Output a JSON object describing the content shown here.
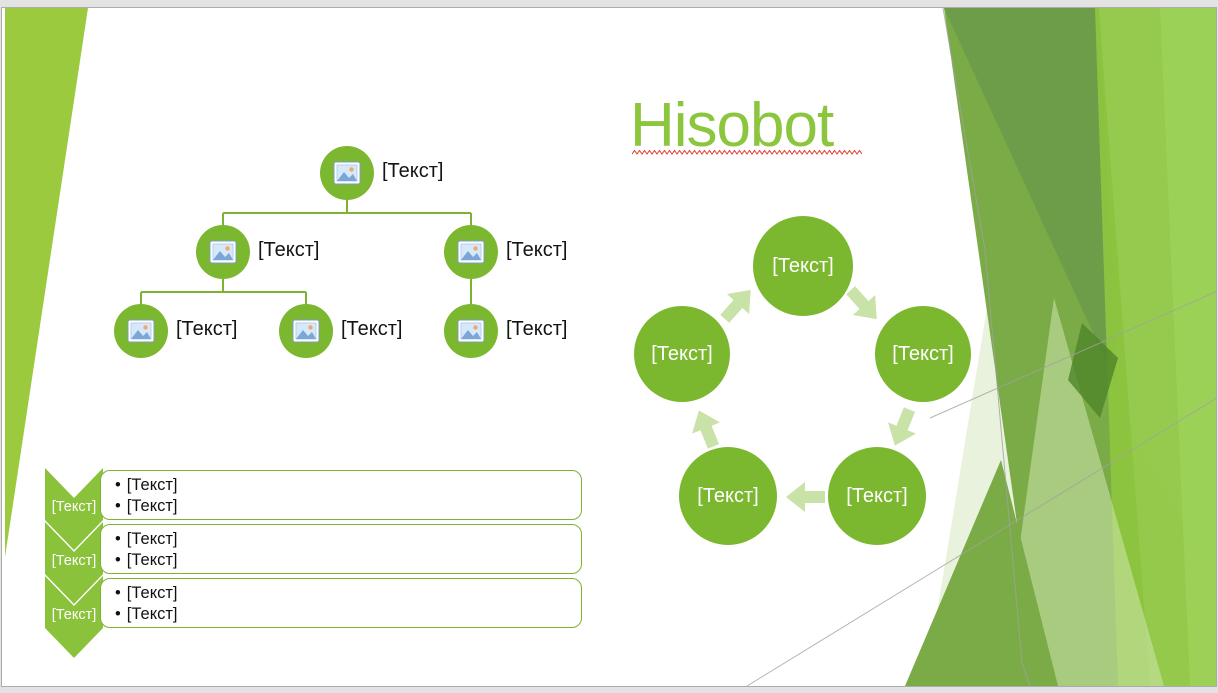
{
  "slide": {
    "title": "Hisobot",
    "accent_colors": {
      "shape_green": "#7cb82f",
      "title_green": "#8cc63f",
      "connector_green": "#7eb234",
      "arrow_light_green": "#c9e2a8",
      "spellcheck_red": "#e03c31"
    }
  },
  "org_chart": {
    "icon": "picture-placeholder-icon",
    "nodes": [
      {
        "id": "root",
        "label": "[Текст]"
      },
      {
        "id": "child-1",
        "label": "[Текст]"
      },
      {
        "id": "child-2",
        "label": "[Текст]"
      },
      {
        "id": "grandchild-1",
        "label": "[Текст]"
      },
      {
        "id": "grandchild-2",
        "label": "[Текст]"
      },
      {
        "id": "grandchild-3",
        "label": "[Текст]"
      }
    ]
  },
  "cycle_diagram": {
    "steps": [
      {
        "label": "[Текст]"
      },
      {
        "label": "[Текст]"
      },
      {
        "label": "[Текст]"
      },
      {
        "label": "[Текст]"
      },
      {
        "label": "[Текст]"
      }
    ]
  },
  "chevron_list": {
    "bullet_char": "•",
    "items": [
      {
        "label": "[Текст]",
        "bullets": [
          "[Текст]",
          "[Текст]"
        ]
      },
      {
        "label": "[Текст]",
        "bullets": [
          "[Текст]",
          "[Текст]"
        ]
      },
      {
        "label": "[Текст]",
        "bullets": [
          "[Текст]",
          "[Текст]"
        ]
      }
    ]
  }
}
